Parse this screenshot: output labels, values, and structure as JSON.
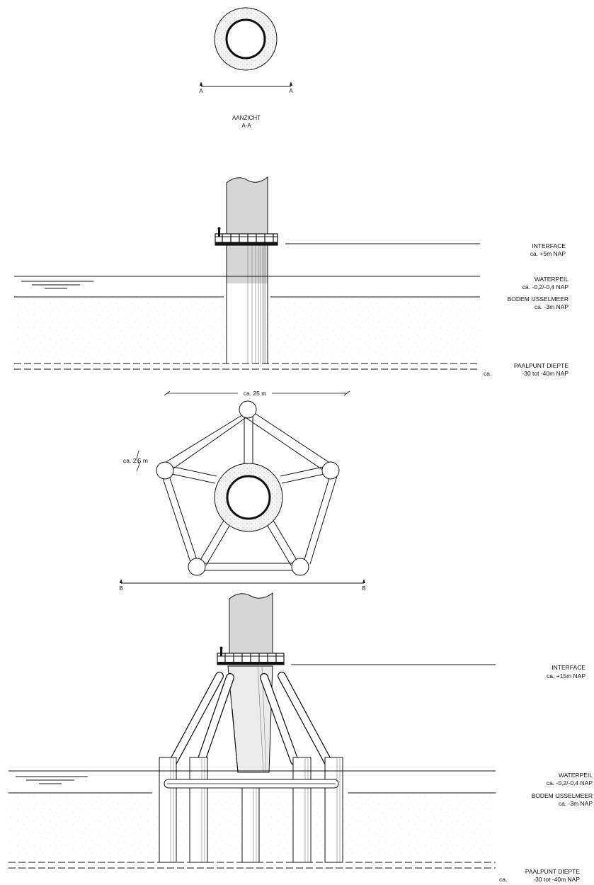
{
  "view_a": {
    "title": "AANZICHT",
    "subtitle": "A-A",
    "marker_left": "A",
    "marker_right": "A"
  },
  "monopile": {
    "interface": {
      "name": "INTERFACE",
      "level": "ca. +5m NAP"
    },
    "waterpeil": {
      "name": "WATERPEIL",
      "level": "ca. -0,2/-0,4 NAP"
    },
    "bodem": {
      "name": "BODEM IJSSELMEER",
      "level": "ca. -3m NAP"
    },
    "paalpunt": {
      "name": "PAALPUNT DIEPTE",
      "prefix": "ca.",
      "level": "-30 tot -40m NAP"
    }
  },
  "tripod_plan": {
    "width_dim": "ca. 25 m",
    "leg_dim": "ca. 2,5 m",
    "marker_left": "B",
    "marker_right": "B"
  },
  "jacket": {
    "interface": {
      "name": "INTERFACE",
      "level": "ca. +15m NAP"
    },
    "waterpeil": {
      "name": "WATERPEIL",
      "level": "ca. -0,2/-0,4 NAP"
    },
    "bodem": {
      "name": "BODEM IJSSELMEER",
      "level": "ca. -3m NAP"
    },
    "paalpunt": {
      "name": "PAALPUNT DIEPTE",
      "prefix": "ca.",
      "level": "-30 tot -40m NAP"
    }
  },
  "colors": {
    "line": "#111111",
    "tower": "#d8d8d8",
    "tower_light": "#e6e6e6",
    "stipple": "#b8b8b8"
  }
}
